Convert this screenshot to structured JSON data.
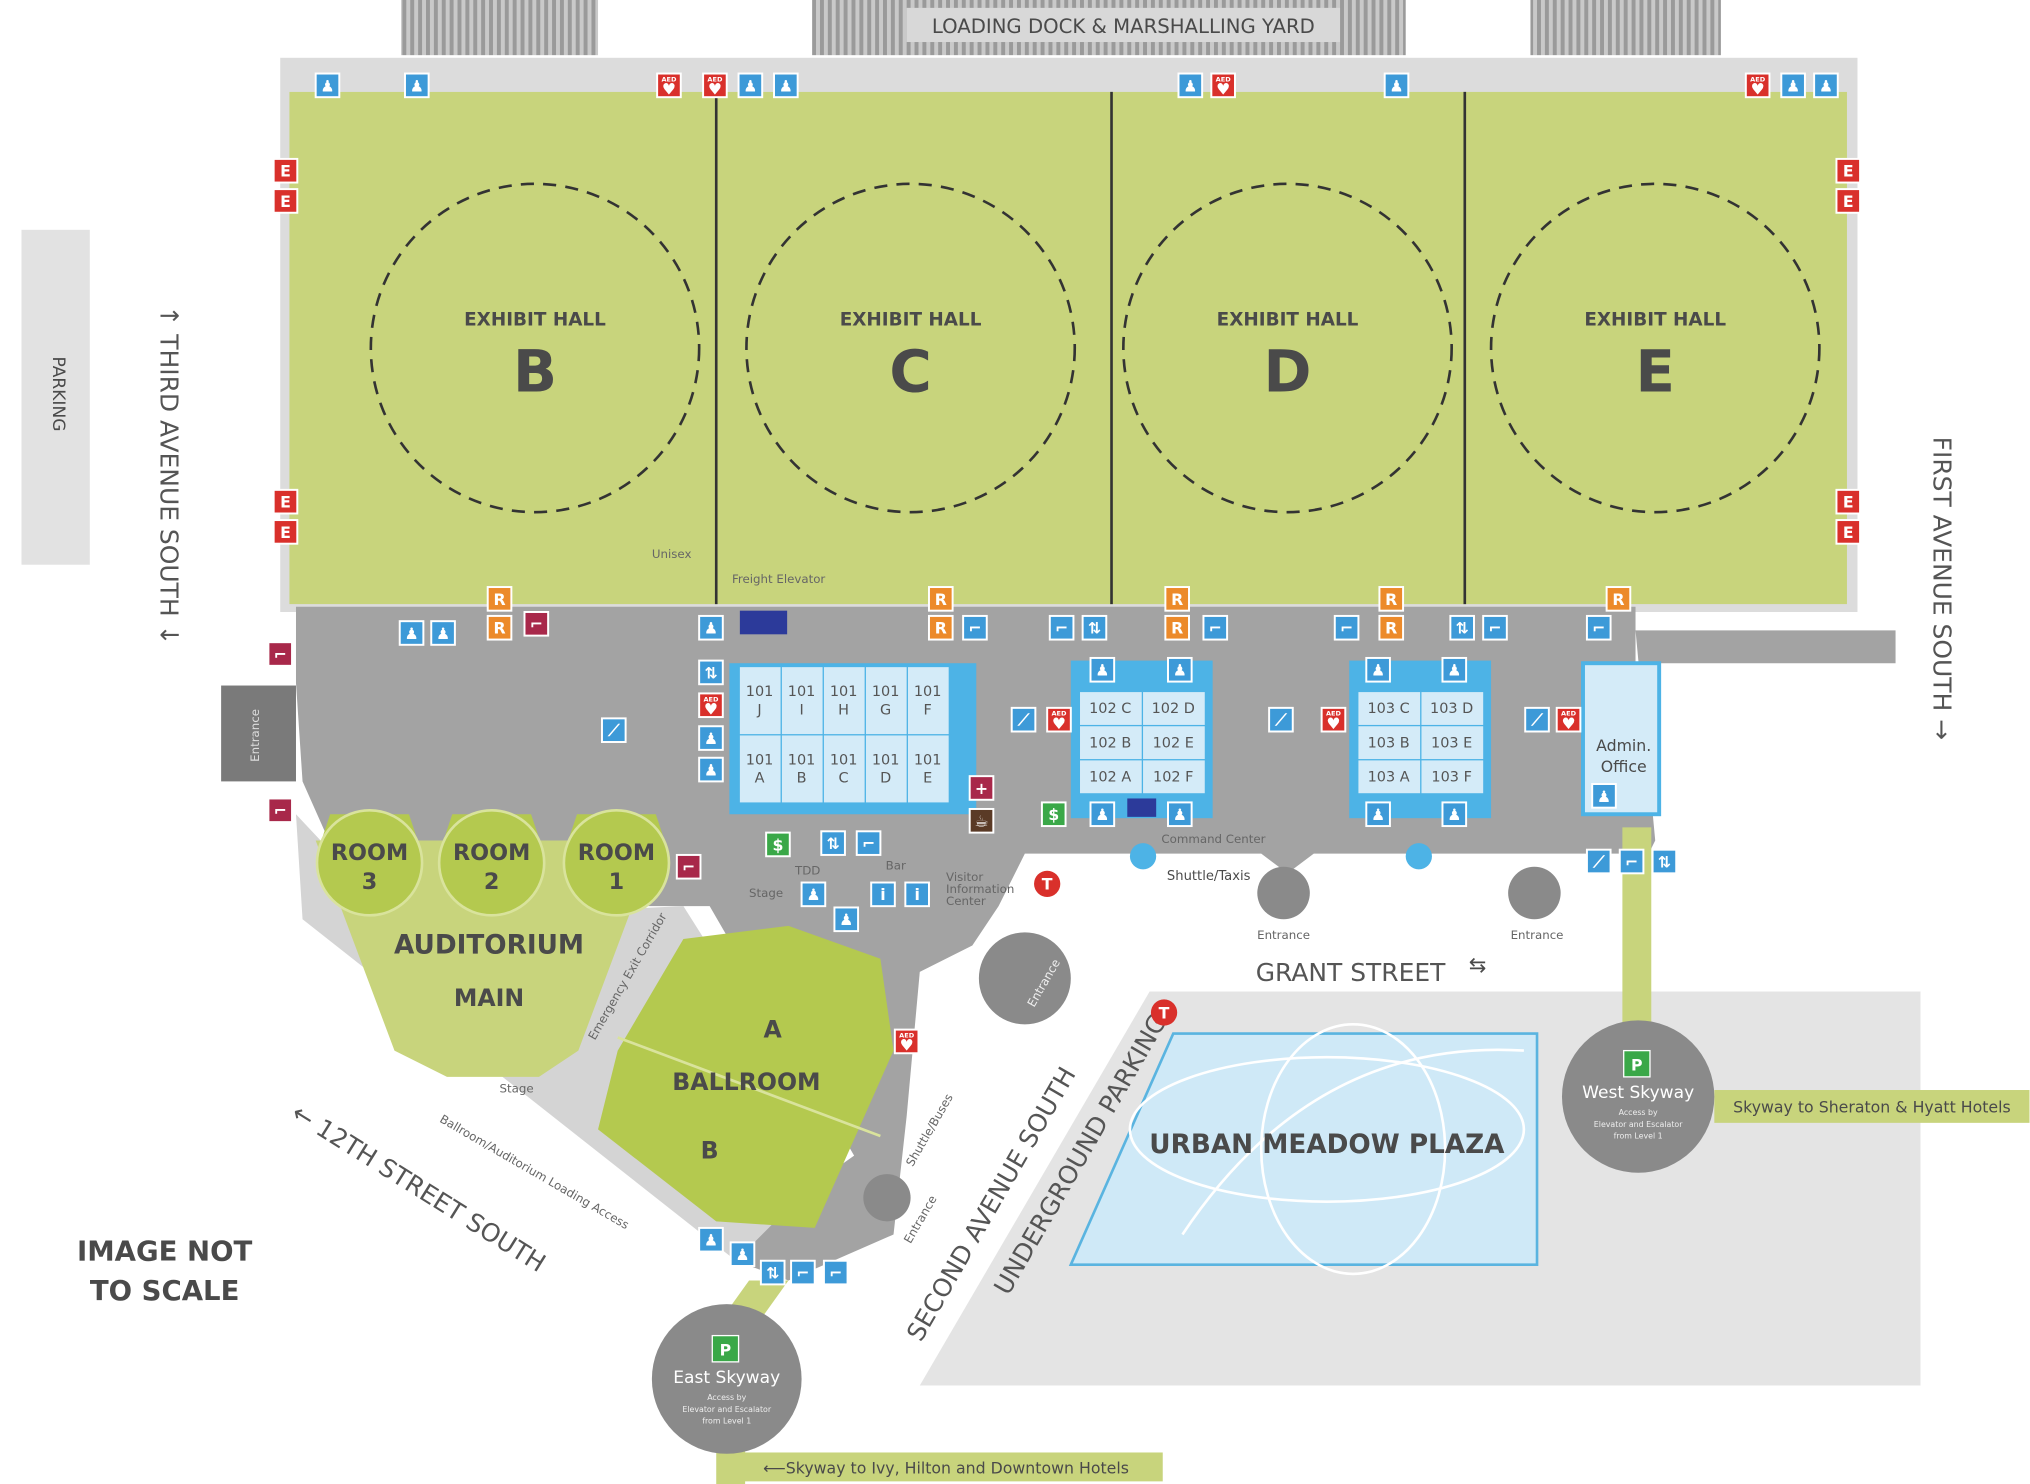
{
  "map": {
    "loading_dock": "LOADING DOCK & MARSHALLING YARD",
    "parking": "PARKING",
    "halls": [
      {
        "label": "EXHIBIT HALL",
        "letter": "B"
      },
      {
        "label": "EXHIBIT HALL",
        "letter": "C"
      },
      {
        "label": "EXHIBIT HALL",
        "letter": "D"
      },
      {
        "label": "EXHIBIT HALL",
        "letter": "E"
      }
    ],
    "streets": {
      "third_ave": "↑ THIRD AVENUE SOUTH ↓",
      "first_ave": "FIRST AVENUE SOUTH →",
      "grant": "GRANT STREET",
      "twelfth": "← 12TH STREET SOUTH",
      "second_ave": "SECOND AVENUE SOUTH",
      "underground": "UNDERGROUND PARKING"
    },
    "rooms_101": [
      "101 J",
      "101 I",
      "101 H",
      "101 G",
      "101 F",
      "101 A",
      "101 B",
      "101 C",
      "101 D",
      "101 E"
    ],
    "rooms_102": [
      "102 C",
      "102 D",
      "102 B",
      "102 E",
      "102 A",
      "102 F"
    ],
    "rooms_103": [
      "103 C",
      "103 D",
      "103 B",
      "103 E",
      "103 A",
      "103 F"
    ],
    "meeting_rooms": [
      {
        "label": "ROOM",
        "num": "3"
      },
      {
        "label": "ROOM",
        "num": "2"
      },
      {
        "label": "ROOM",
        "num": "1"
      }
    ],
    "auditorium": {
      "line1": "AUDITORIUM",
      "line2": "MAIN"
    },
    "ballroom": {
      "a": "A",
      "label": "BALLROOM",
      "b": "B"
    },
    "plaza": "URBAN MEADOW PLAZA",
    "admin_office": [
      "Admin.",
      "Office"
    ],
    "labels": {
      "unisex": "Unisex",
      "freight_elevator": "Freight Elevator",
      "tdd": "TDD",
      "stage": "Stage",
      "bar": "Bar",
      "visitor_info": [
        "Visitor",
        "Information",
        "Center"
      ],
      "command_center": "Command Center",
      "shuttle_taxis": "Shuttle/Taxis",
      "shuttle_buses": "Shuttle/Buses",
      "entrance": "Entrance",
      "emergency_corridor": "Emergency Exit Corridor",
      "loading_access": "Ballroom/Auditorium Loading Access"
    },
    "west_skyway": {
      "p": "P",
      "title": "West Skyway",
      "access": [
        "Access by",
        "Elevator and Escalator",
        "from Level 1"
      ],
      "link": "Skyway to Sheraton & Hyatt Hotels"
    },
    "east_skyway": {
      "p": "P",
      "title": "East Skyway",
      "access": [
        "Access by",
        "Elevator and Escalator",
        "from Level 1"
      ],
      "link": "⟵Skyway to Ivy, Hilton and Downtown Hotels"
    },
    "disclaimer": [
      "IMAGE NOT",
      "TO SCALE"
    ]
  },
  "icons": {
    "exit": "E",
    "restaurant": "R",
    "money": "$",
    "info": "i",
    "transit": "T",
    "aed": "AED"
  },
  "colors": {
    "hall_green": "#c8d47c",
    "concourse": "#a3a3a3",
    "blue_icon": "#3d9ad8",
    "red_icon": "#d9302b",
    "orange_icon": "#ec8a2a",
    "maroon_icon": "#a8284a",
    "green_icon": "#3aa848",
    "plaza_blue": "#cfe9f7",
    "room_blue": "#d4ebf8"
  }
}
